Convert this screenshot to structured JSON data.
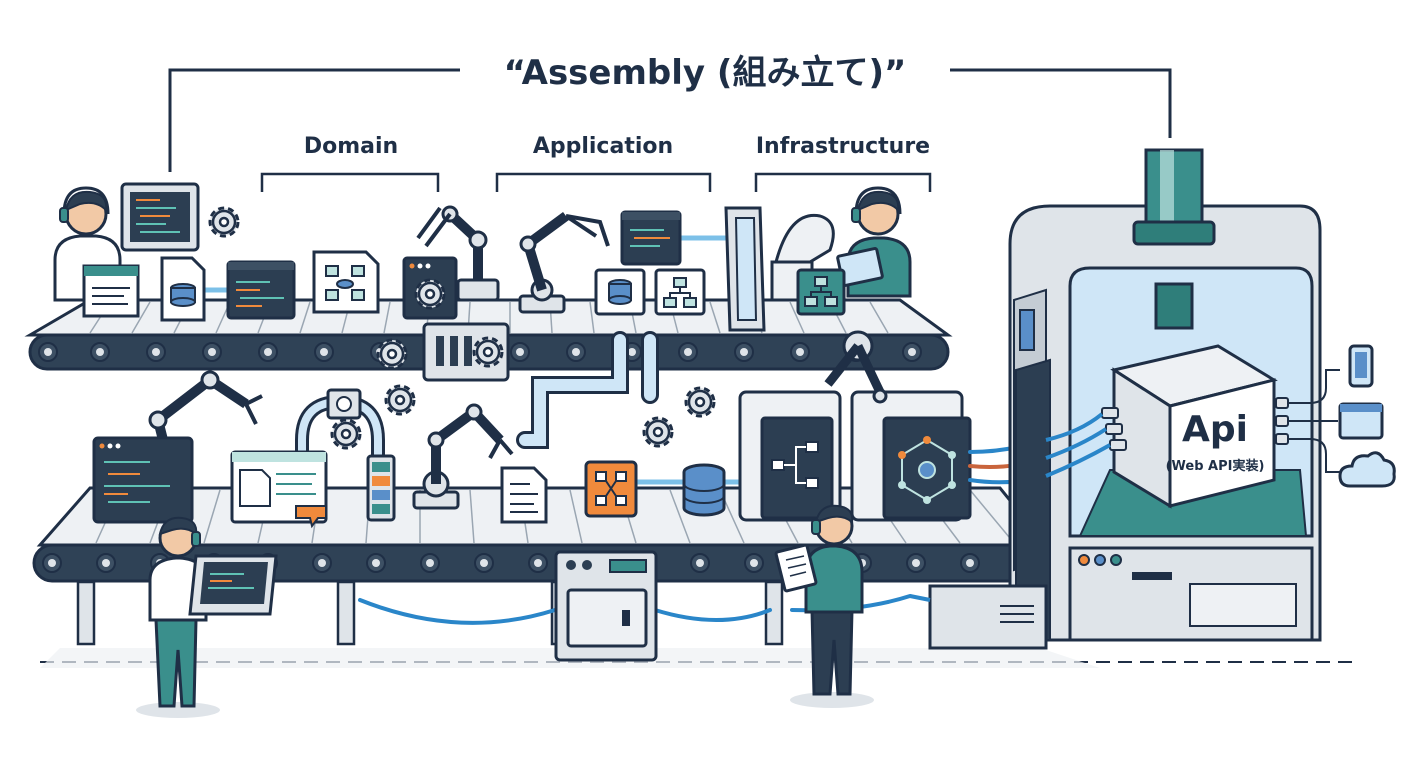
{
  "diagram": {
    "title": "“Assembly (組み立て)”",
    "layers": [
      {
        "label": "Domain"
      },
      {
        "label": "Application"
      },
      {
        "label": "Infrastructure"
      }
    ],
    "output": {
      "label": "Api",
      "sublabel": "(Web API実装)"
    },
    "colors": {
      "outline": "#1f2f46",
      "teal": "#3a8f8c",
      "teal_light": "#bfe3e0",
      "blue_light": "#cfe6f7",
      "belt_gray": "#dfe4e9",
      "accent_orange": "#f08a3c"
    }
  }
}
